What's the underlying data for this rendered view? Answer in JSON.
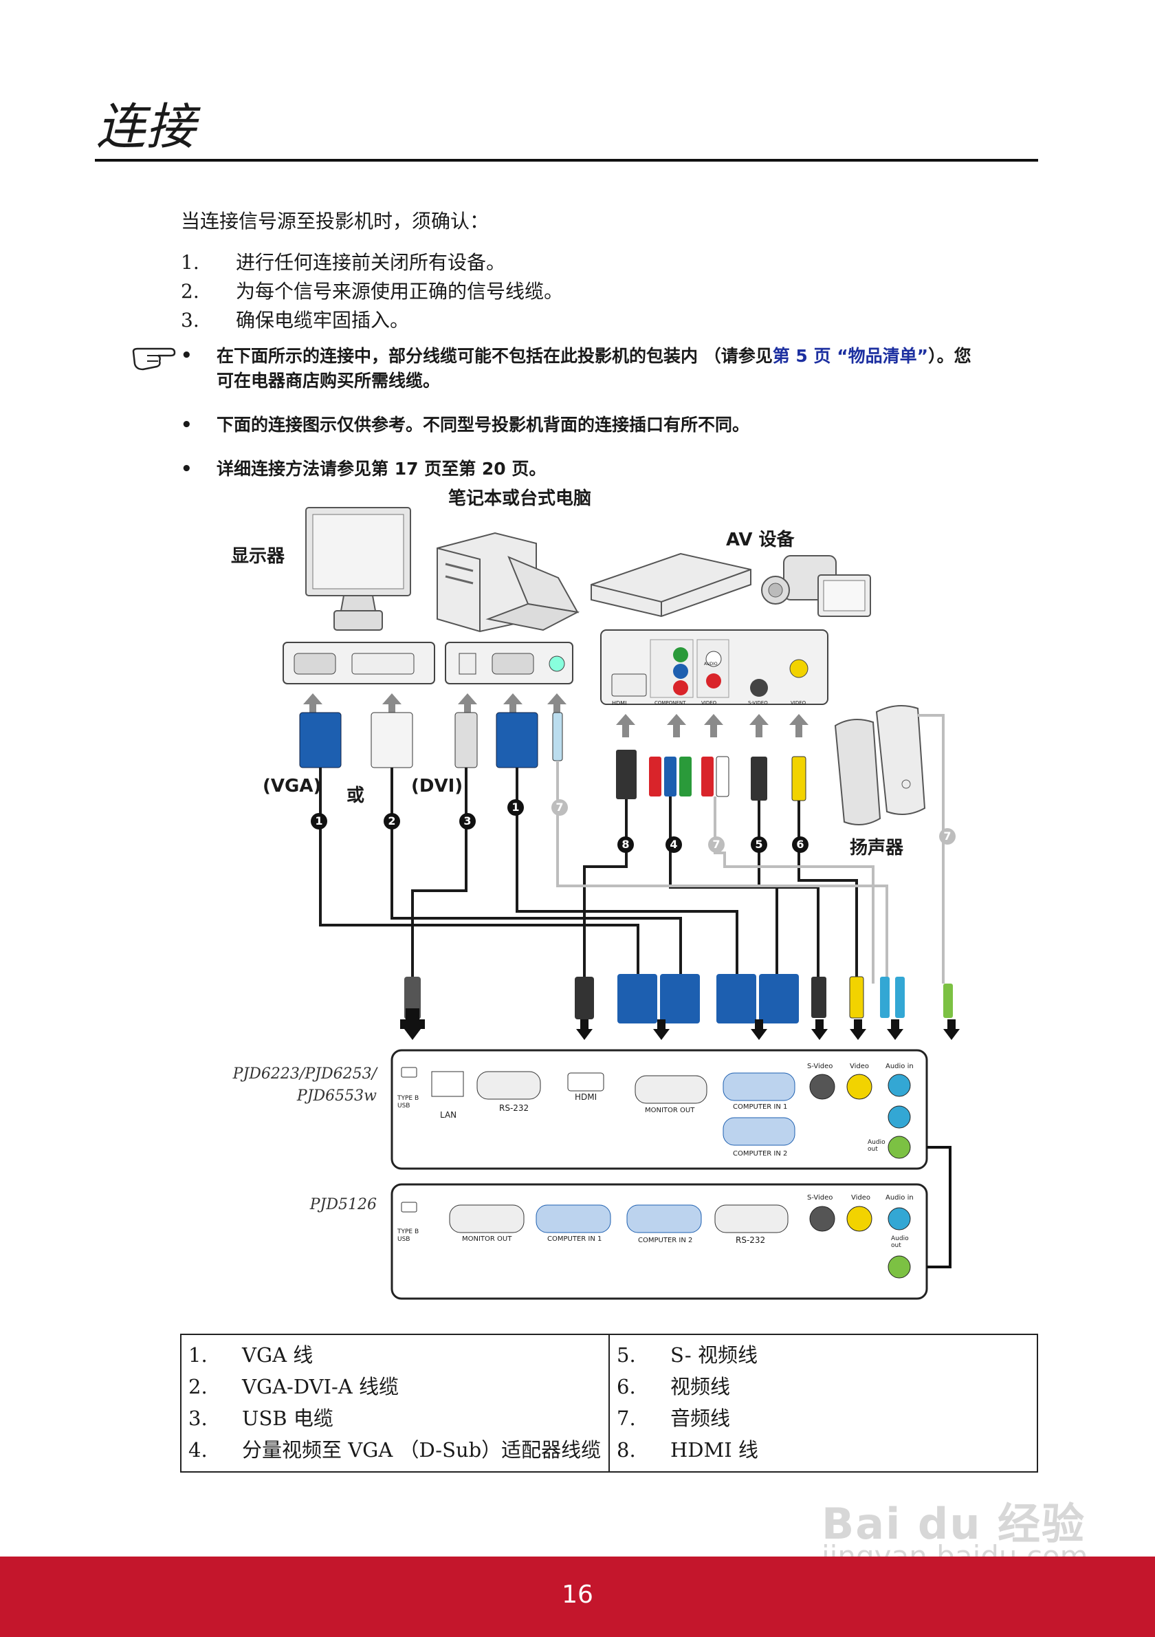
{
  "title": "连接",
  "intro": "当连接信号源至投影机时，须确认：",
  "steps": [
    {
      "n": "1.",
      "text": "进行任何连接前关闭所有设备。"
    },
    {
      "n": "2.",
      "text": "为每个信号来源使用正确的信号线缆。"
    },
    {
      "n": "3.",
      "text": "确保电缆牢固插入。"
    }
  ],
  "notes": {
    "note1_a": "在下面所示的连接中，部分线缆可能不包括在此投影机的包装内 （请参见",
    "note1_link": "第 5 页 “物品清单”",
    "note1_b": "）。您可在电器商店购买所需线缆。",
    "note2": "下面的连接图示仅供参考。不同型号投影机背面的连接插口有所不同。",
    "note3": "详细连接方法请参见第 17 页至第 20 页。",
    "bullet": "•"
  },
  "diagram": {
    "label_pc": "笔记本或台式电脑",
    "label_monitor": "显示器",
    "label_av": "AV 设备",
    "label_speaker": "扬声器",
    "label_vga": "(VGA)",
    "label_or": "或",
    "label_dvi": "(DVI)",
    "model_a": "PJD6223/PJD6253/\nPJD6553w",
    "model_b": "PJD5126",
    "port_type_b_usb": "TYPE B\nUSB",
    "port_lan": "LAN",
    "port_rs232": "RS-232",
    "port_hdmi": "HDMI",
    "port_monitor_out": "MONITOR OUT",
    "port_computer_in_1": "COMPUTER IN 1",
    "port_computer_in_2": "COMPUTER IN 2",
    "port_svideo": "S-Video",
    "port_video": "Video",
    "port_audio_in": "Audio in",
    "port_audio_out": "Audio out",
    "av_hdmi": "HDMI",
    "av_component": "COMPONENT",
    "av_video": "VIDEO",
    "av_svideo": "S-VIDEO",
    "av_audio": "AUDIO",
    "cable_numbers": [
      "1",
      "2",
      "3",
      "1",
      "7",
      "8",
      "4",
      "7",
      "5",
      "6",
      "7"
    ]
  },
  "cables": [
    {
      "n": "1.",
      "text": "VGA 线"
    },
    {
      "n": "2.",
      "text": "VGA-DVI-A 线缆"
    },
    {
      "n": "3.",
      "text": "USB 电缆"
    },
    {
      "n": "4.",
      "text": "分量视频至 VGA （D-Sub）适配器线缆"
    },
    {
      "n": "5.",
      "text": "S- 视频线"
    },
    {
      "n": "6.",
      "text": "视频线"
    },
    {
      "n": "7.",
      "text": "音频线"
    },
    {
      "n": "8.",
      "text": "HDMI 线"
    }
  ],
  "page_number": "16",
  "watermark": {
    "line1": "Bai du 经验",
    "line2": "jingyan.baidu.com"
  },
  "colors": {
    "footer": "#c4162c",
    "link": "#1c2fa0",
    "vga_blue": "#1d5fb0",
    "red": "#d9242a",
    "green": "#2a9a3a",
    "yellow": "#f2d300",
    "audio_green": "#7cc143",
    "audio_blue": "#33a7d4"
  }
}
